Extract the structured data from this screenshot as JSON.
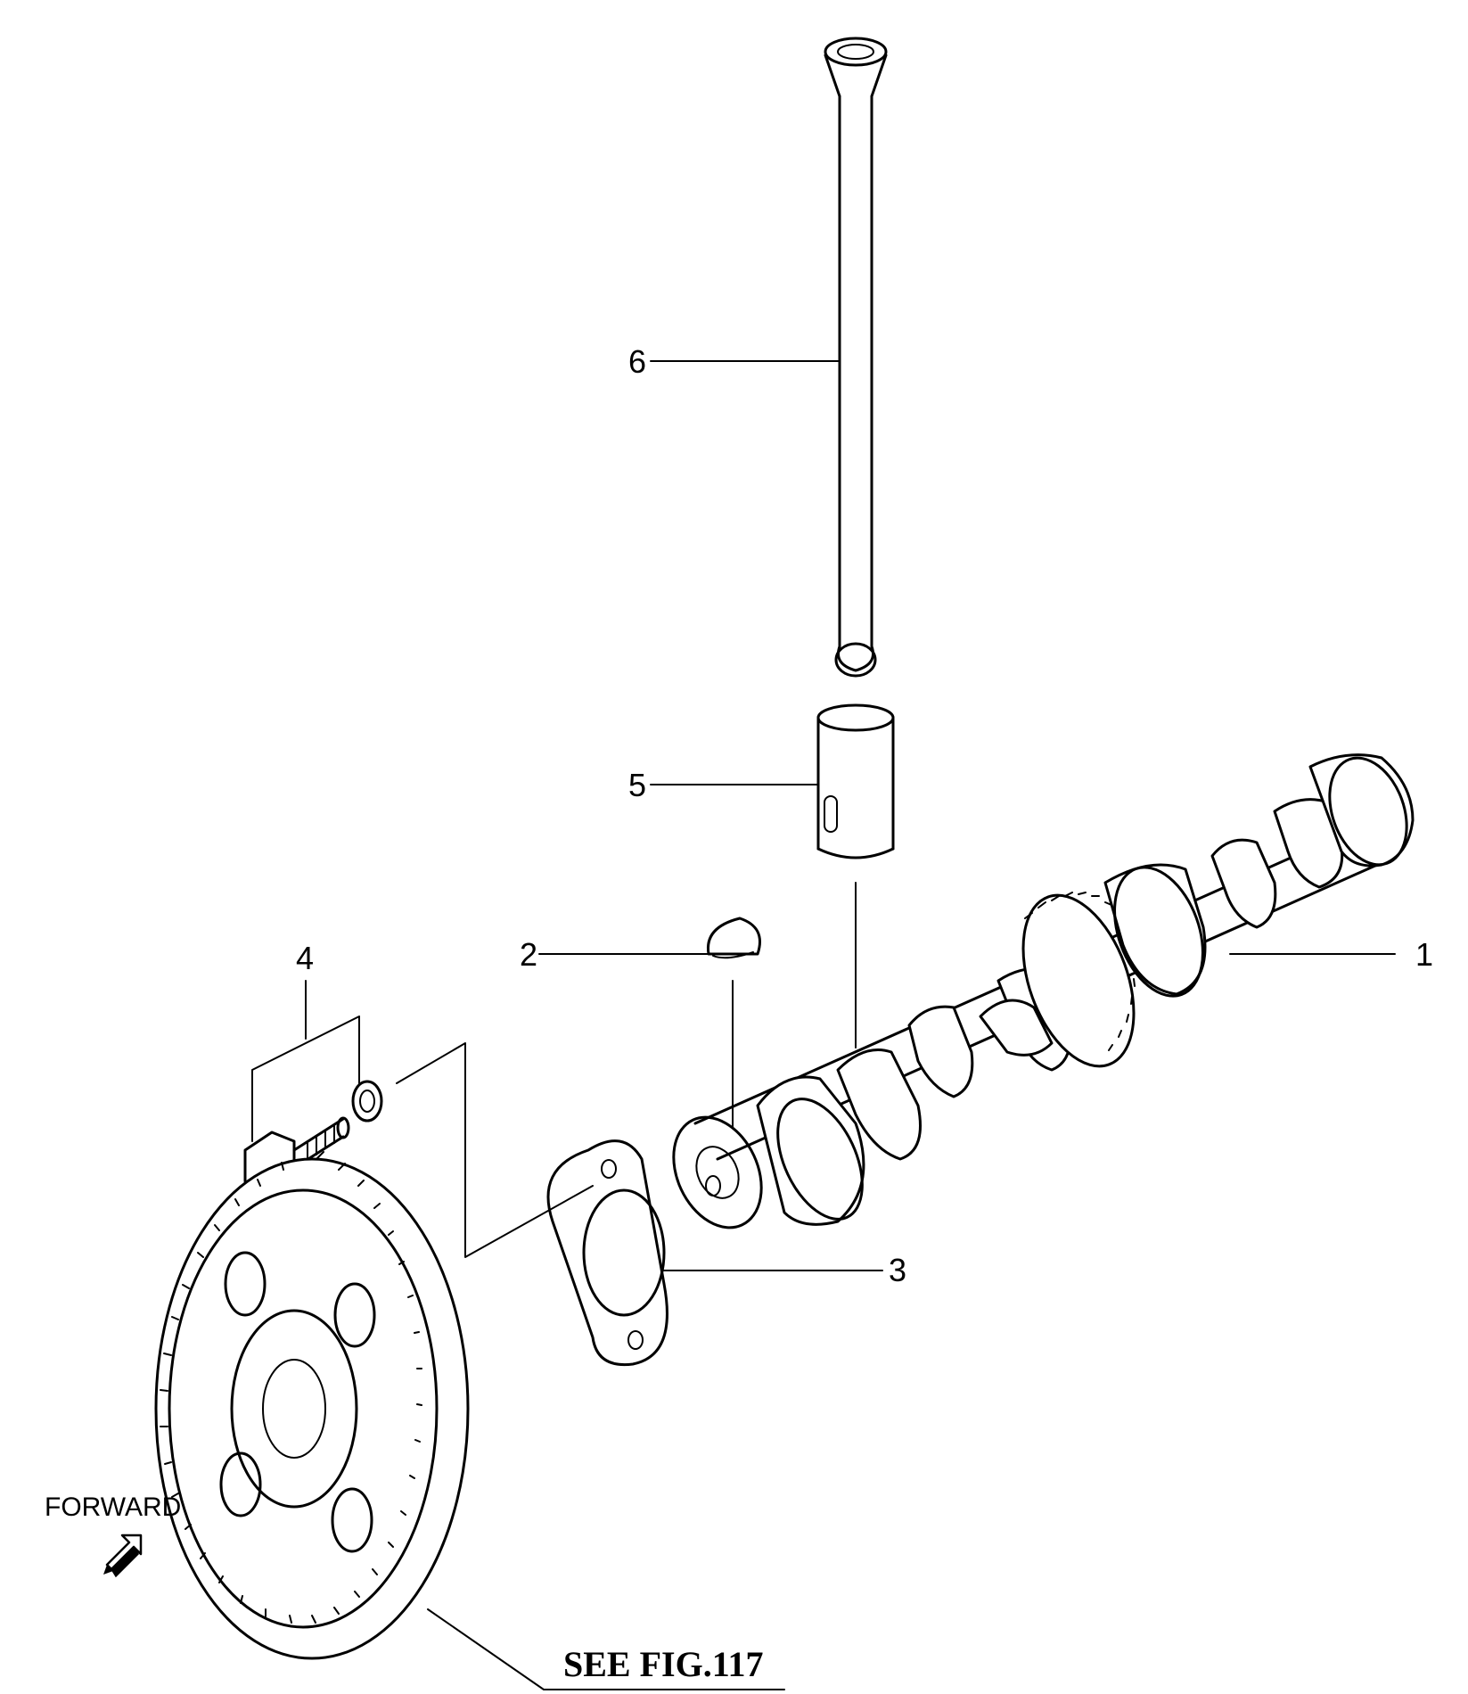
{
  "callouts": [
    {
      "id": "1",
      "label": "1"
    },
    {
      "id": "2",
      "label": "2"
    },
    {
      "id": "3",
      "label": "3"
    },
    {
      "id": "4",
      "label": "4"
    },
    {
      "id": "5",
      "label": "5"
    },
    {
      "id": "6",
      "label": "6"
    }
  ],
  "direction": {
    "label": "FORWARD"
  },
  "reference": {
    "label": "SEE FIG.117"
  }
}
